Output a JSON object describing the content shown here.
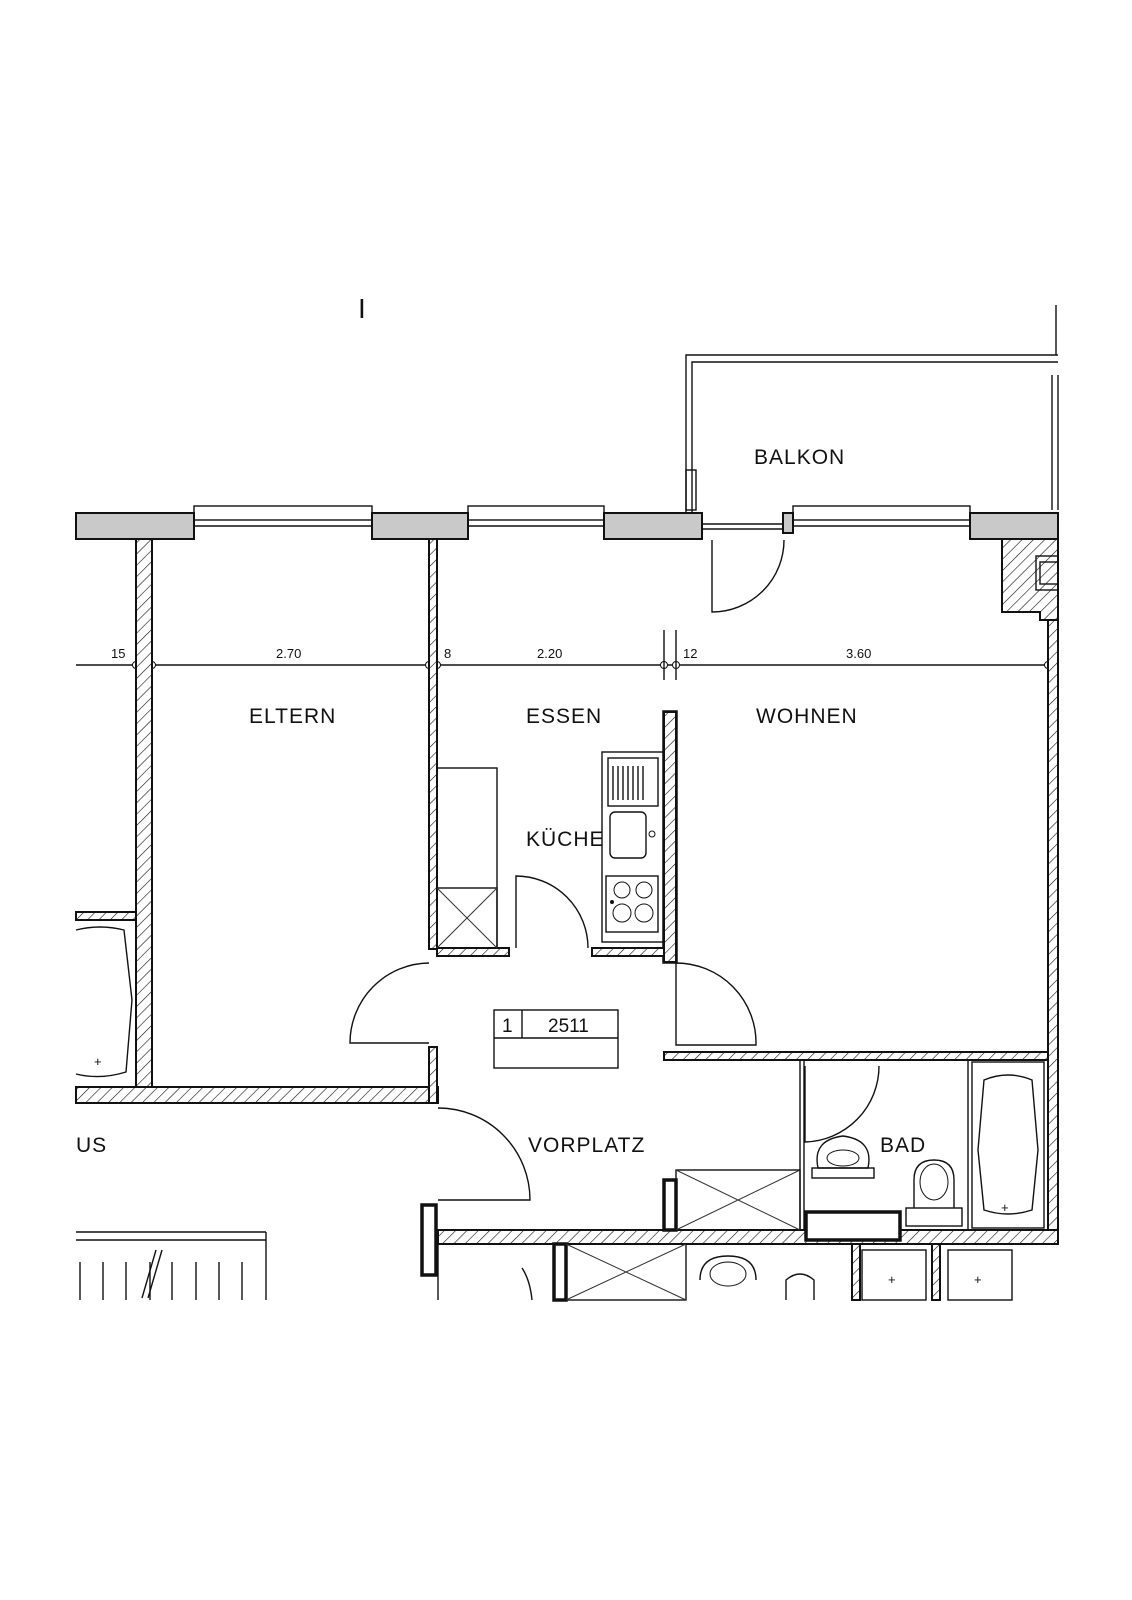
{
  "marker": "I",
  "rooms": {
    "balkon": "BALKON",
    "eltern": "ELTERN",
    "essen": "ESSEN",
    "wohnen": "WOHNEN",
    "kueche": "KÜCHE",
    "vorplatz": "VORPLATZ",
    "bad": "BAD",
    "us_partial": "US"
  },
  "dimensions": [
    "15",
    "2.70",
    "8",
    "2.20",
    "12",
    "3.60"
  ],
  "unit_box": {
    "floor": "1",
    "number": "2511"
  },
  "colors": {
    "line": "#111111",
    "exterior_wall": "#c9c9c9",
    "background": "#ffffff"
  }
}
